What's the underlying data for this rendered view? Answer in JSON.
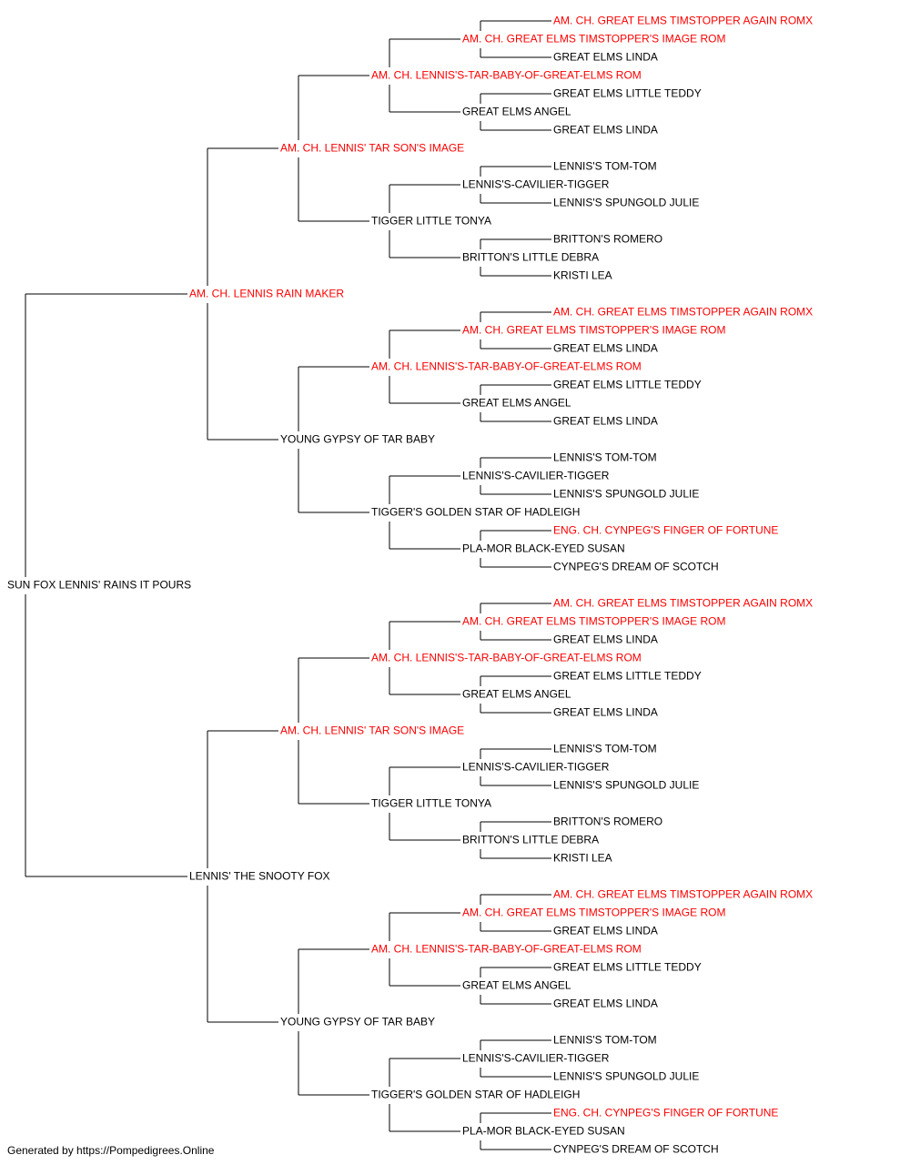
{
  "colors": {
    "champion": "#ff0000",
    "normal": "#000000",
    "line": "#000000"
  },
  "pedigree": {
    "name": "SUN FOX LENNIS' RAINS IT POURS",
    "champion": false,
    "sire": {
      "name": "AM. CH. LENNIS RAIN MAKER",
      "champion": true,
      "sire": {
        "name": "AM. CH. LENNIS' TAR SON'S IMAGE",
        "champion": true,
        "sire": {
          "name": "AM. CH. LENNIS'S-TAR-BABY-OF-GREAT-ELMS ROM",
          "champion": true,
          "sire": {
            "name": "AM. CH. GREAT ELMS TIMSTOPPER'S IMAGE ROM",
            "champion": true,
            "sire": {
              "name": "AM. CH. GREAT ELMS TIMSTOPPER AGAIN ROMX",
              "champion": true
            },
            "dam": {
              "name": "GREAT ELMS LINDA",
              "champion": false
            }
          },
          "dam": {
            "name": "GREAT ELMS ANGEL",
            "champion": false,
            "sire": {
              "name": "GREAT ELMS LITTLE TEDDY",
              "champion": false
            },
            "dam": {
              "name": "GREAT ELMS LINDA",
              "champion": false
            }
          }
        },
        "dam": {
          "name": "TIGGER LITTLE TONYA",
          "champion": false,
          "sire": {
            "name": "LENNIS'S-CAVILIER-TIGGER",
            "champion": false,
            "sire": {
              "name": "LENNIS'S TOM-TOM",
              "champion": false
            },
            "dam": {
              "name": "LENNIS'S SPUNGOLD JULIE",
              "champion": false
            }
          },
          "dam": {
            "name": "BRITTON'S LITTLE DEBRA",
            "champion": false,
            "sire": {
              "name": "BRITTON'S ROMERO",
              "champion": false
            },
            "dam": {
              "name": "KRISTI LEA",
              "champion": false
            }
          }
        }
      },
      "dam": {
        "name": "YOUNG GYPSY OF TAR BABY",
        "champion": false,
        "sire": {
          "name": "AM. CH. LENNIS'S-TAR-BABY-OF-GREAT-ELMS ROM",
          "champion": true,
          "sire": {
            "name": "AM. CH. GREAT ELMS TIMSTOPPER'S IMAGE ROM",
            "champion": true,
            "sire": {
              "name": "AM. CH. GREAT ELMS TIMSTOPPER AGAIN ROMX",
              "champion": true
            },
            "dam": {
              "name": "GREAT ELMS LINDA",
              "champion": false
            }
          },
          "dam": {
            "name": "GREAT ELMS ANGEL",
            "champion": false,
            "sire": {
              "name": "GREAT ELMS LITTLE TEDDY",
              "champion": false
            },
            "dam": {
              "name": "GREAT ELMS LINDA",
              "champion": false
            }
          }
        },
        "dam": {
          "name": "TIGGER'S GOLDEN STAR OF HADLEIGH",
          "champion": false,
          "sire": {
            "name": "LENNIS'S-CAVILIER-TIGGER",
            "champion": false,
            "sire": {
              "name": "LENNIS'S TOM-TOM",
              "champion": false
            },
            "dam": {
              "name": "LENNIS'S SPUNGOLD JULIE",
              "champion": false
            }
          },
          "dam": {
            "name": "PLA-MOR BLACK-EYED SUSAN",
            "champion": false,
            "sire": {
              "name": "ENG. CH. CYNPEG'S FINGER OF FORTUNE",
              "champion": true
            },
            "dam": {
              "name": "CYNPEG'S DREAM OF SCOTCH",
              "champion": false
            }
          }
        }
      }
    },
    "dam": {
      "name": "LENNIS' THE SNOOTY FOX",
      "champion": false,
      "sire": {
        "name": "AM. CH. LENNIS' TAR SON'S IMAGE",
        "champion": true,
        "sire": {
          "name": "AM. CH. LENNIS'S-TAR-BABY-OF-GREAT-ELMS ROM",
          "champion": true,
          "sire": {
            "name": "AM. CH. GREAT ELMS TIMSTOPPER'S IMAGE ROM",
            "champion": true,
            "sire": {
              "name": "AM. CH. GREAT ELMS TIMSTOPPER AGAIN ROMX",
              "champion": true
            },
            "dam": {
              "name": "GREAT ELMS LINDA",
              "champion": false
            }
          },
          "dam": {
            "name": "GREAT ELMS ANGEL",
            "champion": false,
            "sire": {
              "name": "GREAT ELMS LITTLE TEDDY",
              "champion": false
            },
            "dam": {
              "name": "GREAT ELMS LINDA",
              "champion": false
            }
          }
        },
        "dam": {
          "name": "TIGGER LITTLE TONYA",
          "champion": false,
          "sire": {
            "name": "LENNIS'S-CAVILIER-TIGGER",
            "champion": false,
            "sire": {
              "name": "LENNIS'S TOM-TOM",
              "champion": false
            },
            "dam": {
              "name": "LENNIS'S SPUNGOLD JULIE",
              "champion": false
            }
          },
          "dam": {
            "name": "BRITTON'S LITTLE DEBRA",
            "champion": false,
            "sire": {
              "name": "BRITTON'S ROMERO",
              "champion": false
            },
            "dam": {
              "name": "KRISTI LEA",
              "champion": false
            }
          }
        }
      },
      "dam": {
        "name": "YOUNG GYPSY OF TAR BABY",
        "champion": false,
        "sire": {
          "name": "AM. CH. LENNIS'S-TAR-BABY-OF-GREAT-ELMS ROM",
          "champion": true,
          "sire": {
            "name": "AM. CH. GREAT ELMS TIMSTOPPER'S IMAGE ROM",
            "champion": true,
            "sire": {
              "name": "AM. CH. GREAT ELMS TIMSTOPPER AGAIN ROMX",
              "champion": true
            },
            "dam": {
              "name": "GREAT ELMS LINDA",
              "champion": false
            }
          },
          "dam": {
            "name": "GREAT ELMS ANGEL",
            "champion": false,
            "sire": {
              "name": "GREAT ELMS LITTLE TEDDY",
              "champion": false
            },
            "dam": {
              "name": "GREAT ELMS LINDA",
              "champion": false
            }
          }
        },
        "dam": {
          "name": "TIGGER'S GOLDEN STAR OF HADLEIGH",
          "champion": false,
          "sire": {
            "name": "LENNIS'S-CAVILIER-TIGGER",
            "champion": false,
            "sire": {
              "name": "LENNIS'S TOM-TOM",
              "champion": false
            },
            "dam": {
              "name": "LENNIS'S SPUNGOLD JULIE",
              "champion": false
            }
          },
          "dam": {
            "name": "PLA-MOR BLACK-EYED SUSAN",
            "champion": false,
            "sire": {
              "name": "ENG. CH. CYNPEG'S FINGER OF FORTUNE",
              "champion": true
            },
            "dam": {
              "name": "CYNPEG'S DREAM OF SCOTCH",
              "champion": false
            }
          }
        }
      }
    }
  },
  "footer": {
    "text": "Generated by https://Pompedigrees.Online"
  }
}
